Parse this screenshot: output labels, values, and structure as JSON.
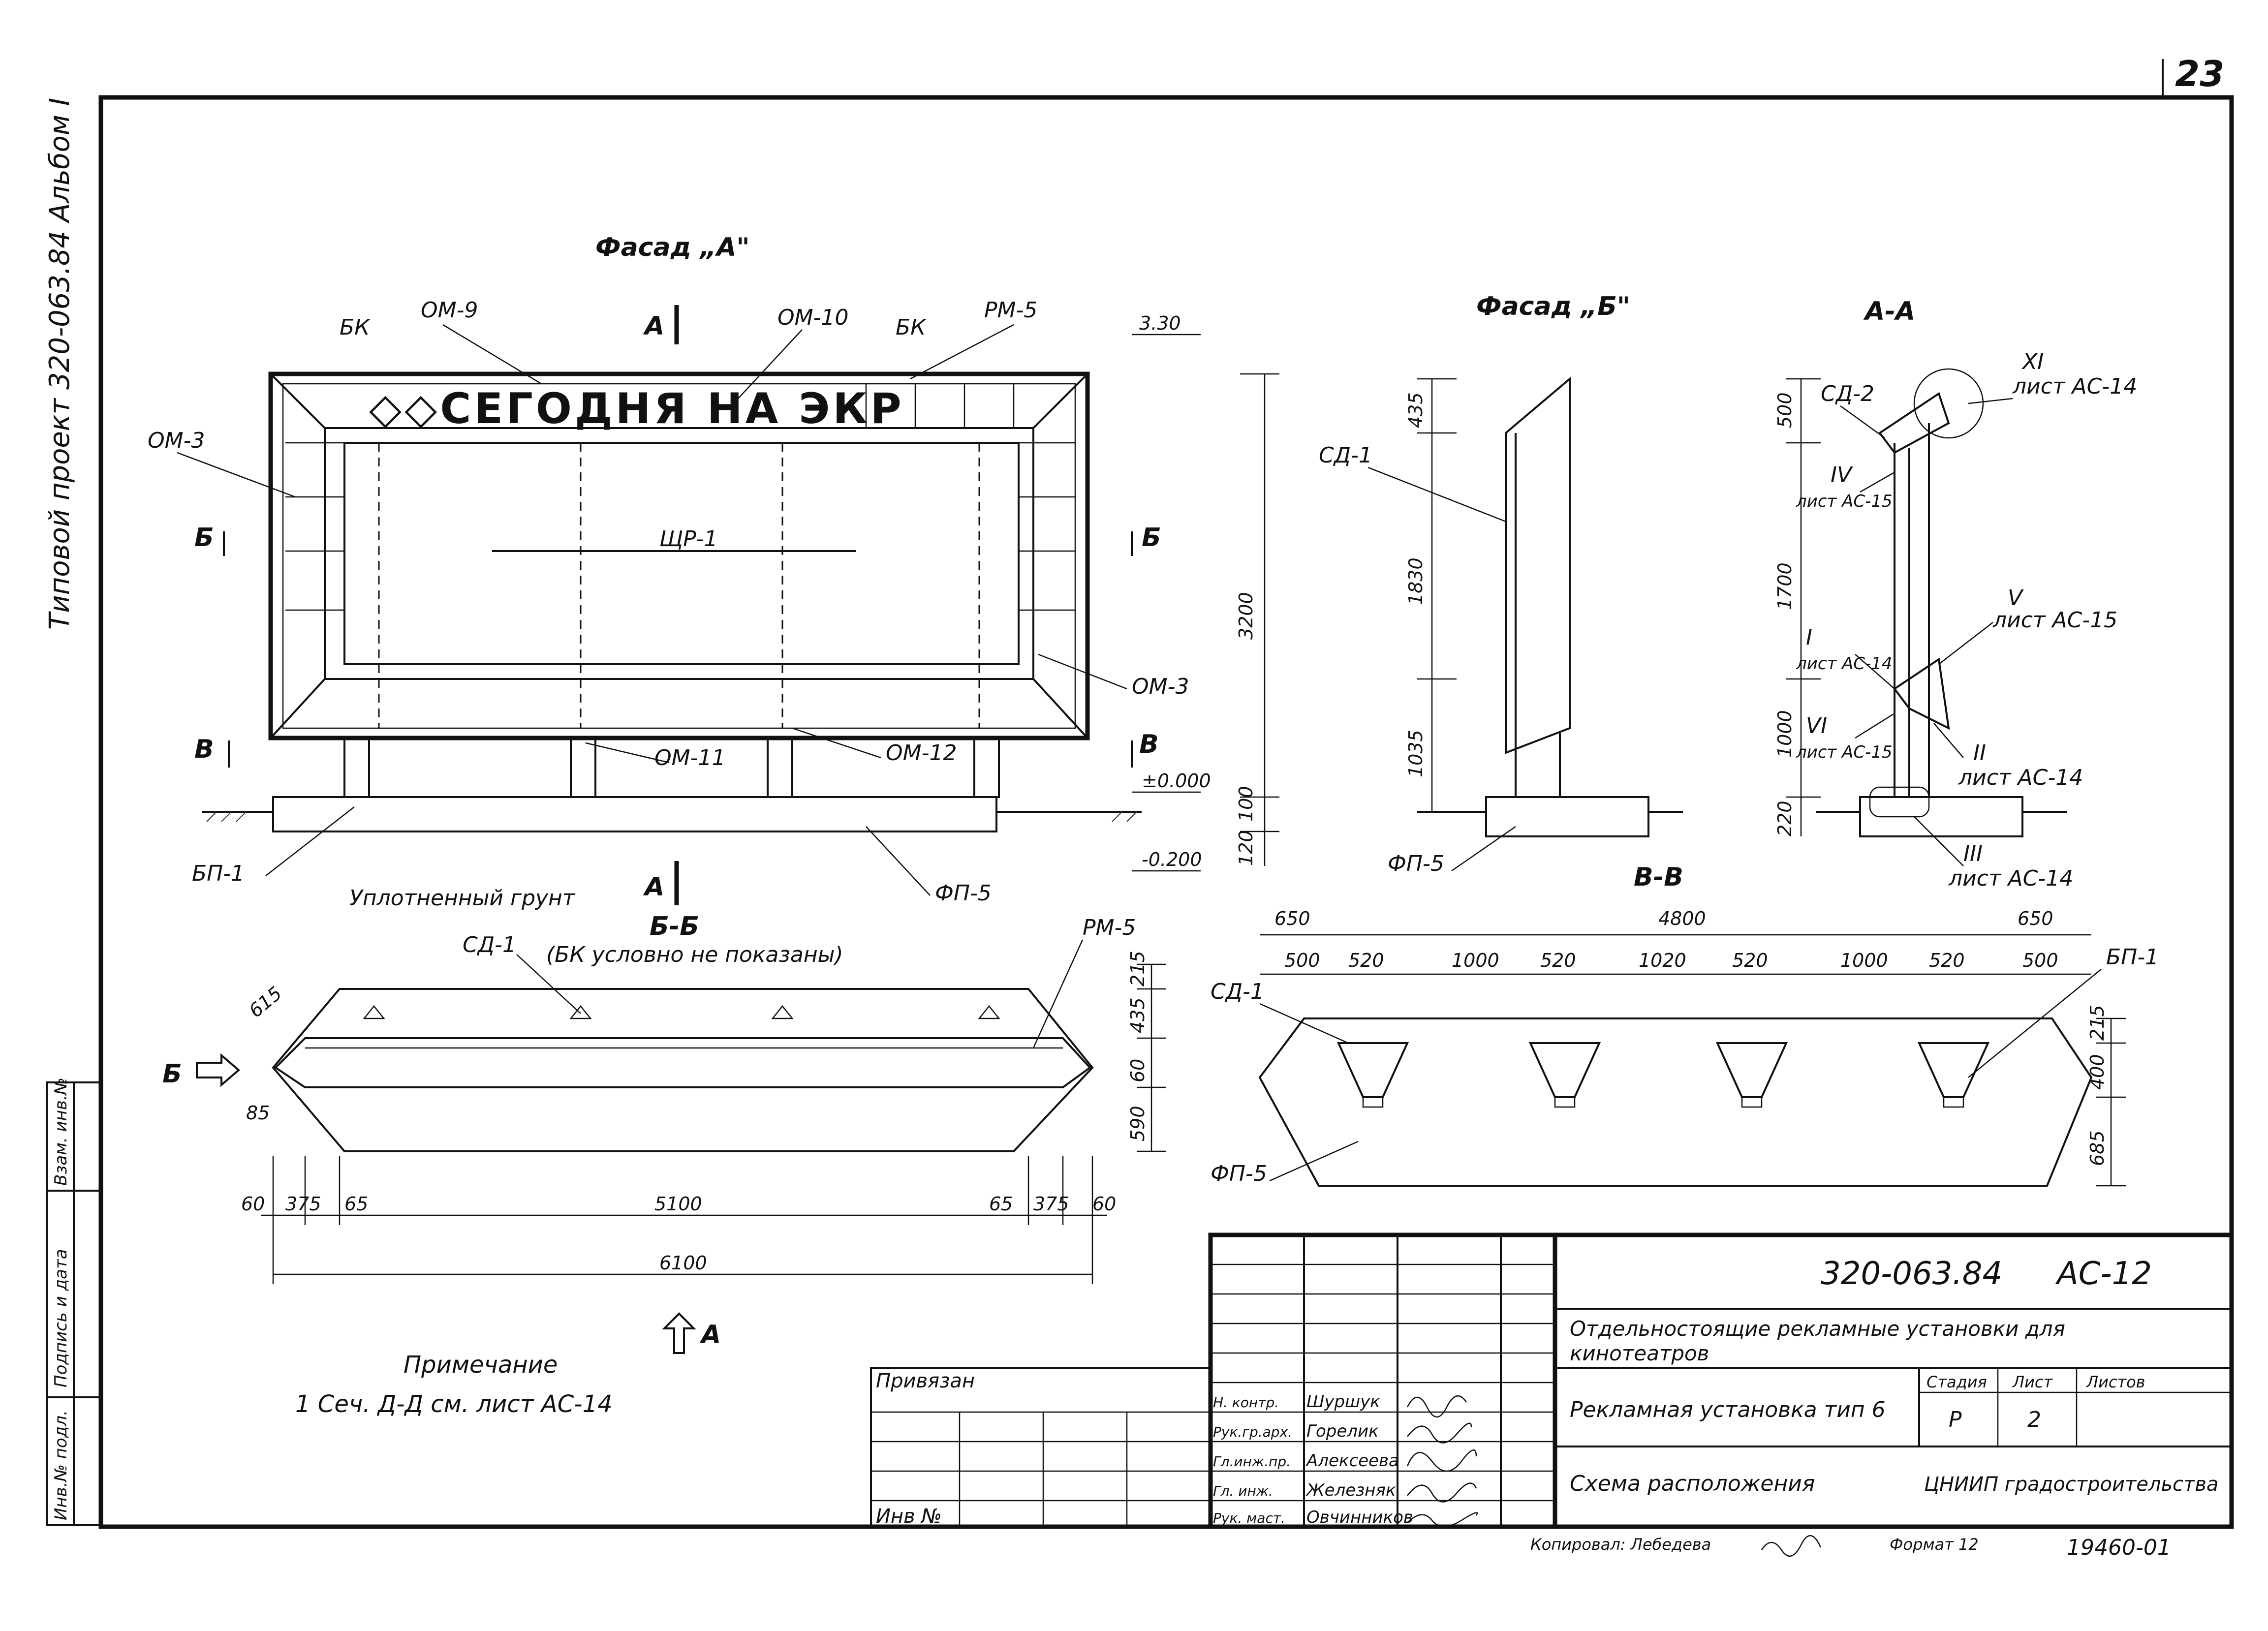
{
  "page_number": "23",
  "side_stamp": "Типовой проект 320-063.84 Альбом I",
  "views": {
    "facade_a": {
      "title": "Фасад „А\"",
      "sign_text": "◇◇СЕГОДНЯ НА ЭКР",
      "labels": [
        "БК",
        "ОМ-9",
        "ОМ-10",
        "БК",
        "РМ-5",
        "ОМ-3",
        "ЩР-1",
        "ОМ-3",
        "ОМ-11",
        "ОМ-12",
        "БП-1",
        "ФП-5"
      ],
      "ground_label": "Уплотненный грунт",
      "section_marks": [
        "А",
        "А",
        "Б",
        "Б",
        "В",
        "В"
      ],
      "levels": [
        "3.30",
        "±0.000",
        "-0.200"
      ],
      "dims": [
        "3200",
        "100",
        "120"
      ]
    },
    "facade_b": {
      "title": "Фасад „Б\"",
      "labels": [
        "СД-1",
        "ФП-5"
      ],
      "dims": [
        "435",
        "1830",
        "1035"
      ]
    },
    "section_aa": {
      "title": "А-А",
      "labels": [
        "СД-2",
        "XI",
        "лист АС-14",
        "IV",
        "лист АС-15",
        "V",
        "лист АС-15",
        "I",
        "лист АС-14",
        "VI",
        "лист АС-15",
        "II",
        "лист АС-14",
        "III",
        "лист АС-14"
      ],
      "dims": [
        "500",
        "1700",
        "1000",
        "220"
      ]
    },
    "section_bb": {
      "title": "Б-Б",
      "note": "(БК условно не показаны)",
      "labels": [
        "СД-1",
        "РМ-5",
        "Б"
      ],
      "dims_right": [
        "215",
        "435",
        "60",
        "590"
      ],
      "dims_diag": [
        "615",
        "85"
      ],
      "dims_bottom": [
        "60",
        "375",
        "65",
        "5100",
        "65",
        "375",
        "60"
      ],
      "total": "6100"
    },
    "section_vv": {
      "title": "В-В",
      "labels": [
        "СД-1",
        "БП-1",
        "ФП-5"
      ],
      "dims_top1": [
        "650",
        "4800",
        "650"
      ],
      "dims_top2": [
        "500",
        "520",
        "1000",
        "520",
        "1020",
        "520",
        "1000",
        "520",
        "500"
      ],
      "dims_right": [
        "215",
        "400",
        "685"
      ]
    },
    "arrow_a_label": "А"
  },
  "note": {
    "title": "Примечание",
    "text": "1 Сеч. Д-Д см. лист АС-14"
  },
  "left_strip": [
    "Инв.№ подл.",
    "Подпись и дата",
    "Взам. инв.№"
  ],
  "title_block": {
    "project_code": "320-063.84",
    "sheet_code": "АС-12",
    "title_line1": "Отдельностоящие рекламные установки для",
    "title_line2": "кинотеатров",
    "drawing_name": "Рекламная установка тип 6",
    "sheet_name": "Схема расположения",
    "organization": "ЦНИИП градостроительства",
    "col_headers": [
      "Стадия",
      "Лист",
      "Листов"
    ],
    "stage": "Р",
    "sheet": "2",
    "sheets": "",
    "tied": "Привязан",
    "inv": "Инв №",
    "signatures": [
      {
        "role": "Н. контр.",
        "name": "Шуршук"
      },
      {
        "role": "Рук.гр.арх.",
        "name": "Горелик"
      },
      {
        "role": "Гл.инж.пр.",
        "name": "Алексеева"
      },
      {
        "role": "Гл. инж.",
        "name": "Железняк"
      },
      {
        "role": "Рук. маст.",
        "name": "Овчинников"
      }
    ]
  },
  "footer": {
    "copied": "Копировал: Лебедева",
    "format": "Формат 12",
    "number": "19460-01"
  }
}
